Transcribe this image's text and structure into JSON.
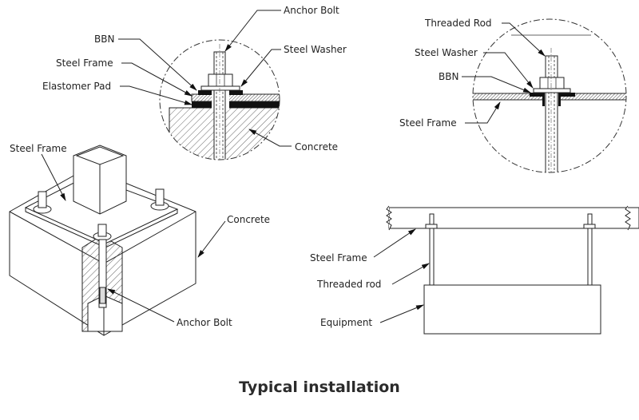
{
  "caption": "Typical installation",
  "detail_anchor": {
    "labels": {
      "anchor_bolt": "Anchor Bolt",
      "bbn": "BBN",
      "steel_washer": "Steel Washer",
      "steel_frame": "Steel Frame",
      "elastomer_pad": "Elastomer Pad",
      "concrete": "Concrete"
    }
  },
  "detail_rod": {
    "labels": {
      "threaded_rod": "Threaded Rod",
      "steel_washer": "Steel Washer",
      "bbn": "BBN",
      "steel_frame": "Steel Frame"
    }
  },
  "iso_view": {
    "labels": {
      "steel_frame": "Steel Frame",
      "concrete": "Concrete",
      "anchor_bolt": "Anchor Bolt"
    }
  },
  "hanging_view": {
    "labels": {
      "steel_frame": "Steel Frame",
      "threaded_rod": "Threaded rod",
      "equipment": "Equipment"
    }
  }
}
